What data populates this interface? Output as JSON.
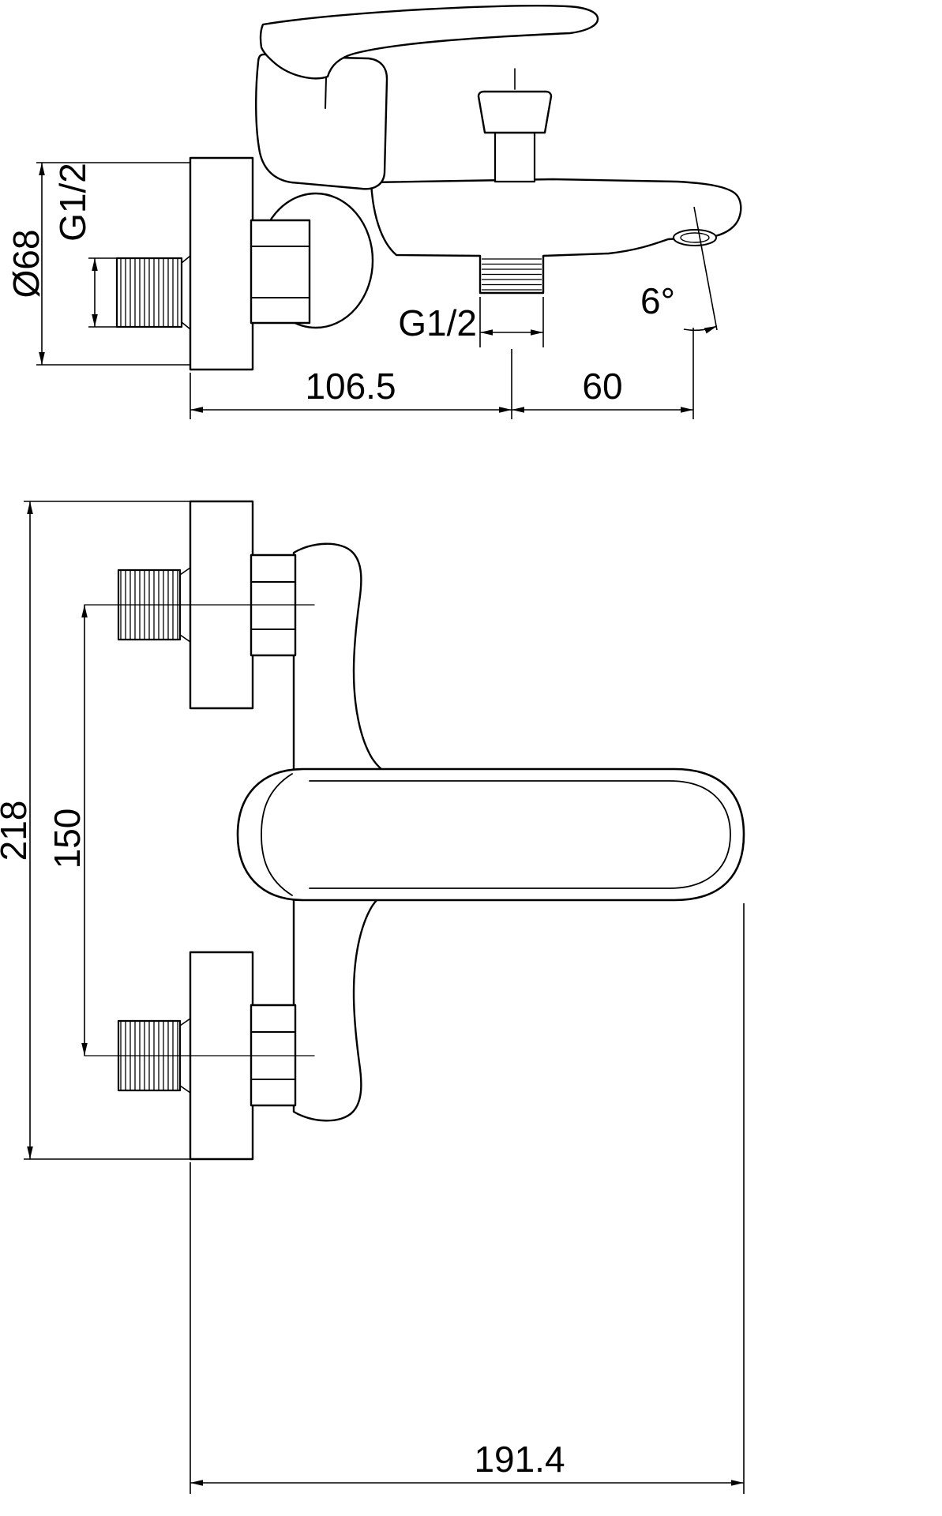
{
  "meta": {
    "drawing_type": "bath-shower-mixer technical drawing, two views",
    "units": "mm"
  },
  "colors": {
    "line": "#000000",
    "background": "#ffffff"
  },
  "side_view": {
    "dim_plate_diameter": "Ø68",
    "dim_inlet_thread": "G1/2",
    "dim_outlet_thread": "G1/2",
    "dim_spout_angle": "6°",
    "dim_wall_to_outlet": "106.5",
    "dim_outlet_to_spout": "60"
  },
  "plan_view": {
    "dim_overall_height": "218",
    "dim_centers_distance": "150",
    "dim_projection": "191.4"
  }
}
